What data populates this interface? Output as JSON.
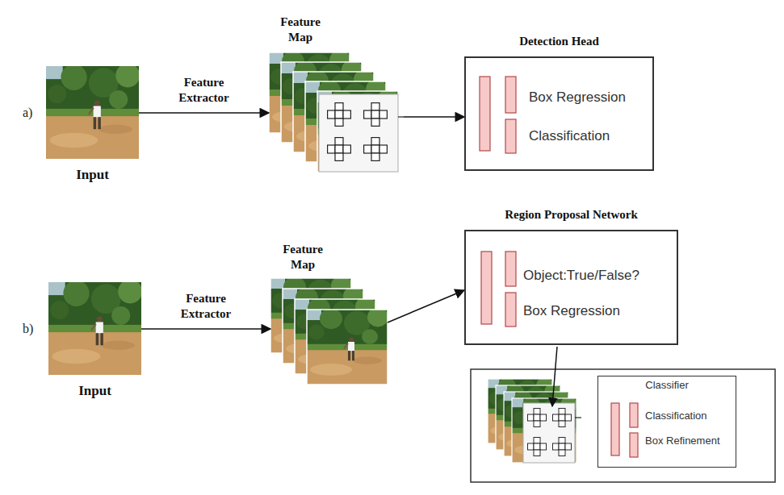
{
  "diagram": {
    "nodes": [
      {
        "text": [
          "Input"
        ]
      },
      {
        "text": [
          "Feature Map"
        ]
      },
      {
        "text": [
          "Detection Head",
          "Box Regression",
          "Classification"
        ]
      },
      {
        "text": [
          "Input"
        ]
      },
      {
        "text": [
          "Feature Map"
        ]
      },
      {
        "text": [
          "Region Proposal Network",
          "Object:True/False?",
          "Box Regression"
        ]
      },
      {
        "text": [
          "Classifier",
          "Classification",
          "Box Refinement"
        ]
      }
    ],
    "edges": [
      {
        "from": 0,
        "to": 1,
        "label": "Feature Extractor",
        "arrow": "to"
      },
      {
        "from": 1,
        "to": 2,
        "arrow": "to"
      },
      {
        "from": 3,
        "to": 4,
        "label": "Feature Extractor",
        "arrow": "to"
      },
      {
        "from": 4,
        "to": 5,
        "arrow": "to"
      }
    ],
    "labels": [
      "a)",
      "b)"
    ]
  }
}
